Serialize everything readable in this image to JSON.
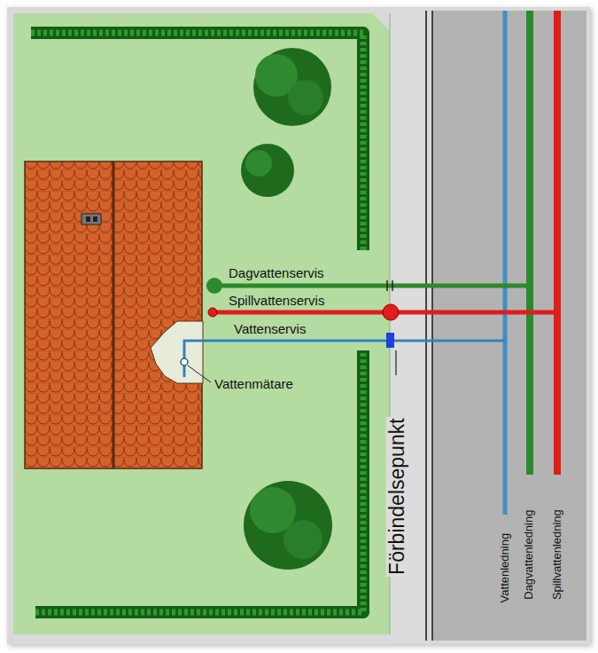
{
  "diagram": {
    "labels": [
      "Dagvattenservis",
      "Spillvattenservis",
      "Vattenservis",
      "Vattenmätare",
      "Förbindelsepunkt",
      "Vattenledning",
      "Dagvattenledning",
      "Spillvattenledning"
    ]
  }
}
